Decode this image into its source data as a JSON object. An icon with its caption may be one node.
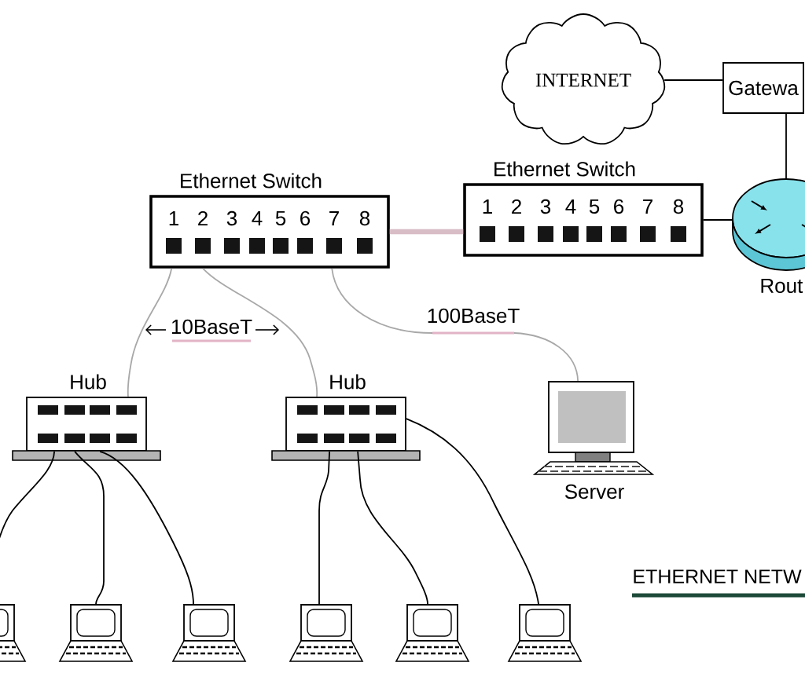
{
  "diagram": {
    "title": "ETHERNET NETW",
    "nodes": [
      {
        "text": [
          "INTERNET"
        ]
      },
      {
        "text": [
          "Gatewa"
        ]
      },
      {
        "text": [
          "Ethernet Switch",
          "1",
          "2",
          "3",
          "4",
          "5",
          "6",
          "7",
          "8"
        ]
      },
      {
        "text": [
          "Ethernet Switch",
          "1",
          "2",
          "3",
          "4",
          "5",
          "6",
          "7",
          "8"
        ]
      },
      {
        "text": [
          "Rout"
        ]
      },
      {
        "text": [
          "Hub"
        ]
      },
      {
        "text": [
          "Hub"
        ]
      },
      {
        "text": [
          "Server"
        ]
      },
      {
        "text": [],
        "shape": "computer"
      },
      {
        "text": [],
        "shape": "computer"
      },
      {
        "text": [],
        "shape": "computer"
      },
      {
        "text": [],
        "shape": "computer"
      },
      {
        "text": [],
        "shape": "computer"
      },
      {
        "text": [],
        "shape": "computer"
      }
    ],
    "edges": [
      {
        "from": 0,
        "to": 1,
        "arrow": "none"
      },
      {
        "from": 1,
        "to": 4,
        "arrow": "none"
      },
      {
        "from": 2,
        "to": 3,
        "arrow": "none",
        "style": "thick",
        "color": "#d8bcc6"
      },
      {
        "from": 3,
        "to": 4,
        "arrow": "none"
      },
      {
        "from": 2,
        "to": 5,
        "arrow": "none",
        "color": "#a8a8a8"
      },
      {
        "from": 2,
        "to": 6,
        "arrow": "none",
        "color": "#a8a8a8"
      },
      {
        "from": 2,
        "to": 7,
        "arrow": "none",
        "label": "100BaseT",
        "color": "#a8a8a8"
      },
      {
        "from": 5,
        "to": 8,
        "arrow": "none"
      },
      {
        "from": 5,
        "to": 9,
        "arrow": "none"
      },
      {
        "from": 5,
        "to": 10,
        "arrow": "none"
      },
      {
        "from": 6,
        "to": 11,
        "arrow": "none"
      },
      {
        "from": 6,
        "to": 12,
        "arrow": "none"
      },
      {
        "from": 6,
        "to": 13,
        "arrow": "none"
      }
    ],
    "labels": [
      "10BaseT"
    ]
  }
}
